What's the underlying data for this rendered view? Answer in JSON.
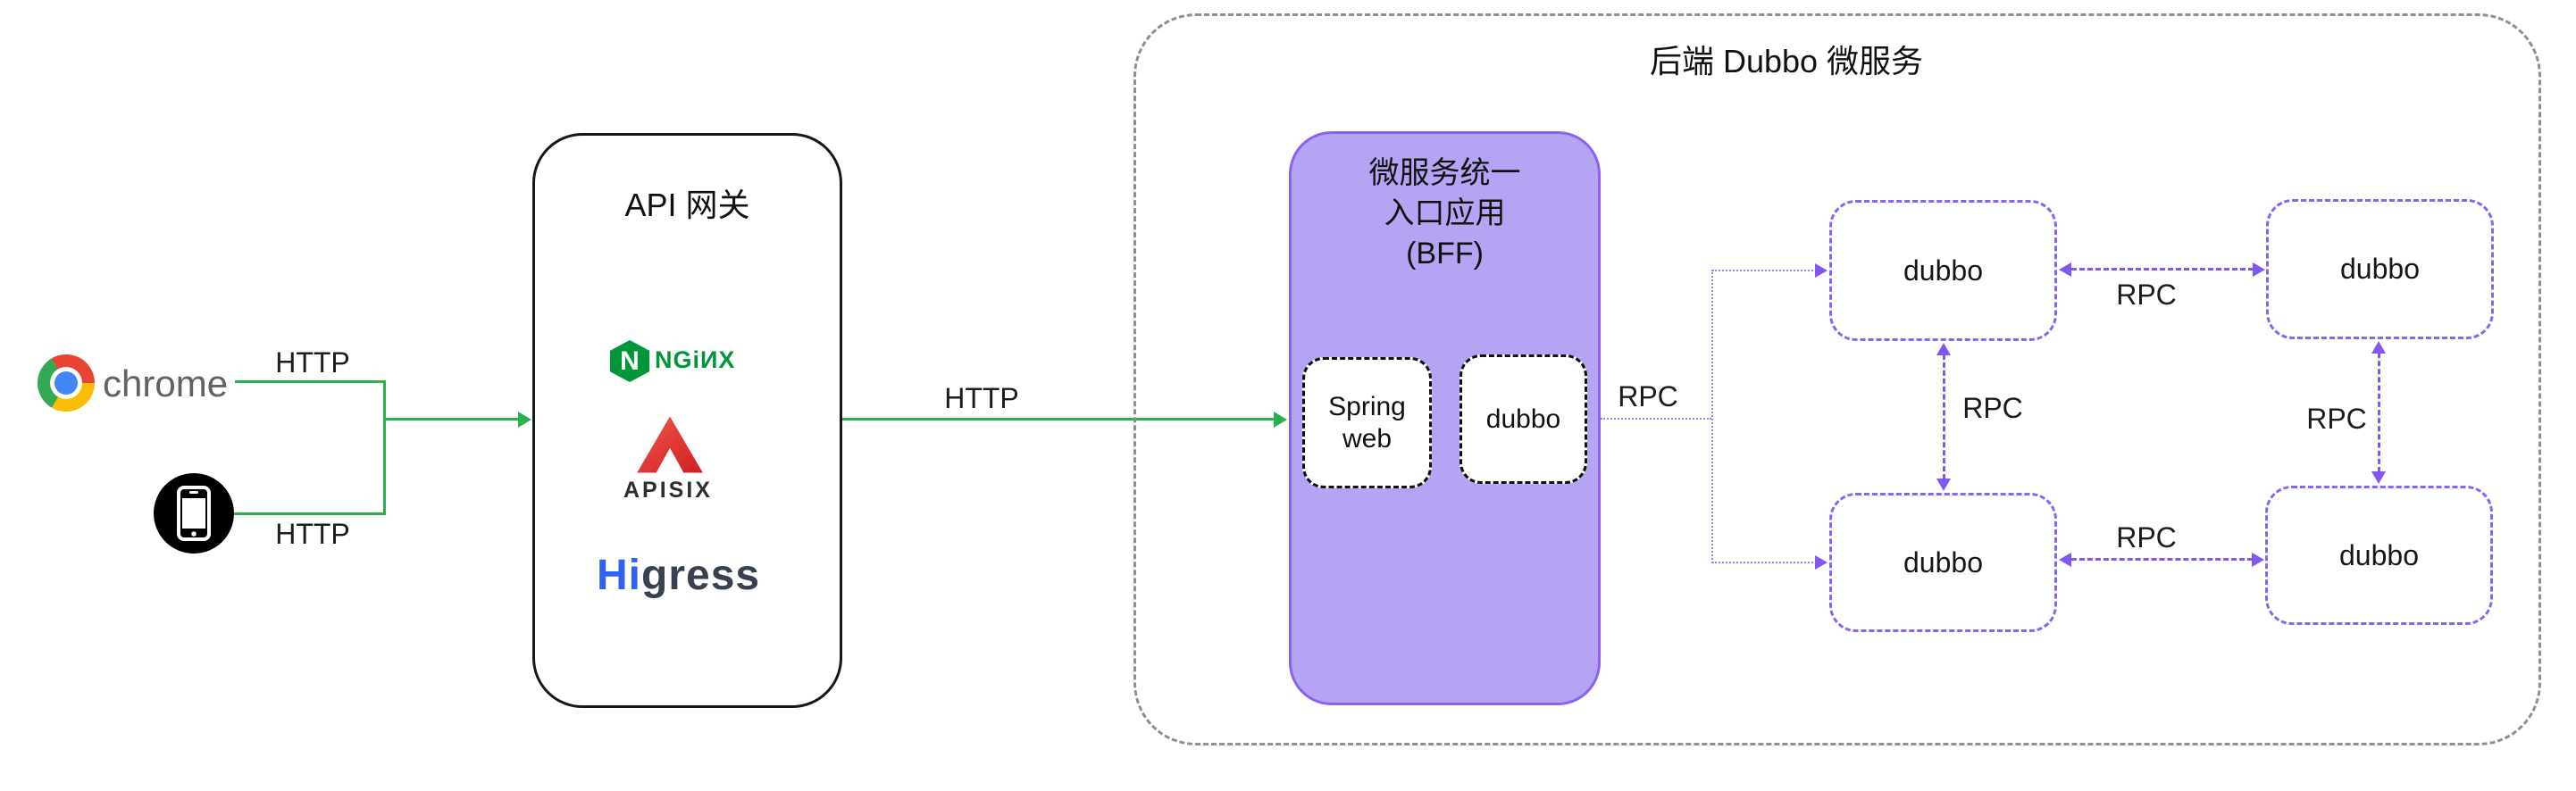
{
  "clients": {
    "chrome_label": "chrome",
    "http_top": "HTTP",
    "http_bottom": "HTTP"
  },
  "gateway": {
    "title": "API 网关",
    "nginx_letter": "N",
    "nginx_word": "NGiИX",
    "apisix_word": "APISIX",
    "higress_hi": "Hi",
    "higress_rest": "gress"
  },
  "http_mid": "HTTP",
  "backend": {
    "title": "后端 Dubbo 微服务",
    "bff": {
      "line1": "微服务统一",
      "line2": "入口应用",
      "line3": "(BFF)",
      "spring_line1": "Spring",
      "spring_line2": "web",
      "dubbo": "dubbo"
    },
    "rpc": [
      "RPC",
      "RPC",
      "RPC",
      "RPC",
      "RPC"
    ],
    "nodes": [
      "dubbo",
      "dubbo",
      "dubbo",
      "dubbo"
    ]
  },
  "colors": {
    "http_green": "#2bb04d",
    "rpc_purple": "#8257f0",
    "bff_fill": "#b5a4f4",
    "bff_border": "#8d5ff3",
    "container_dash": "#8f8f8f",
    "nginx_green": "#009639",
    "apisix_red": "#e8433e",
    "higress_blue": "#2f62f1",
    "chrome_text": "#5f6368"
  }
}
